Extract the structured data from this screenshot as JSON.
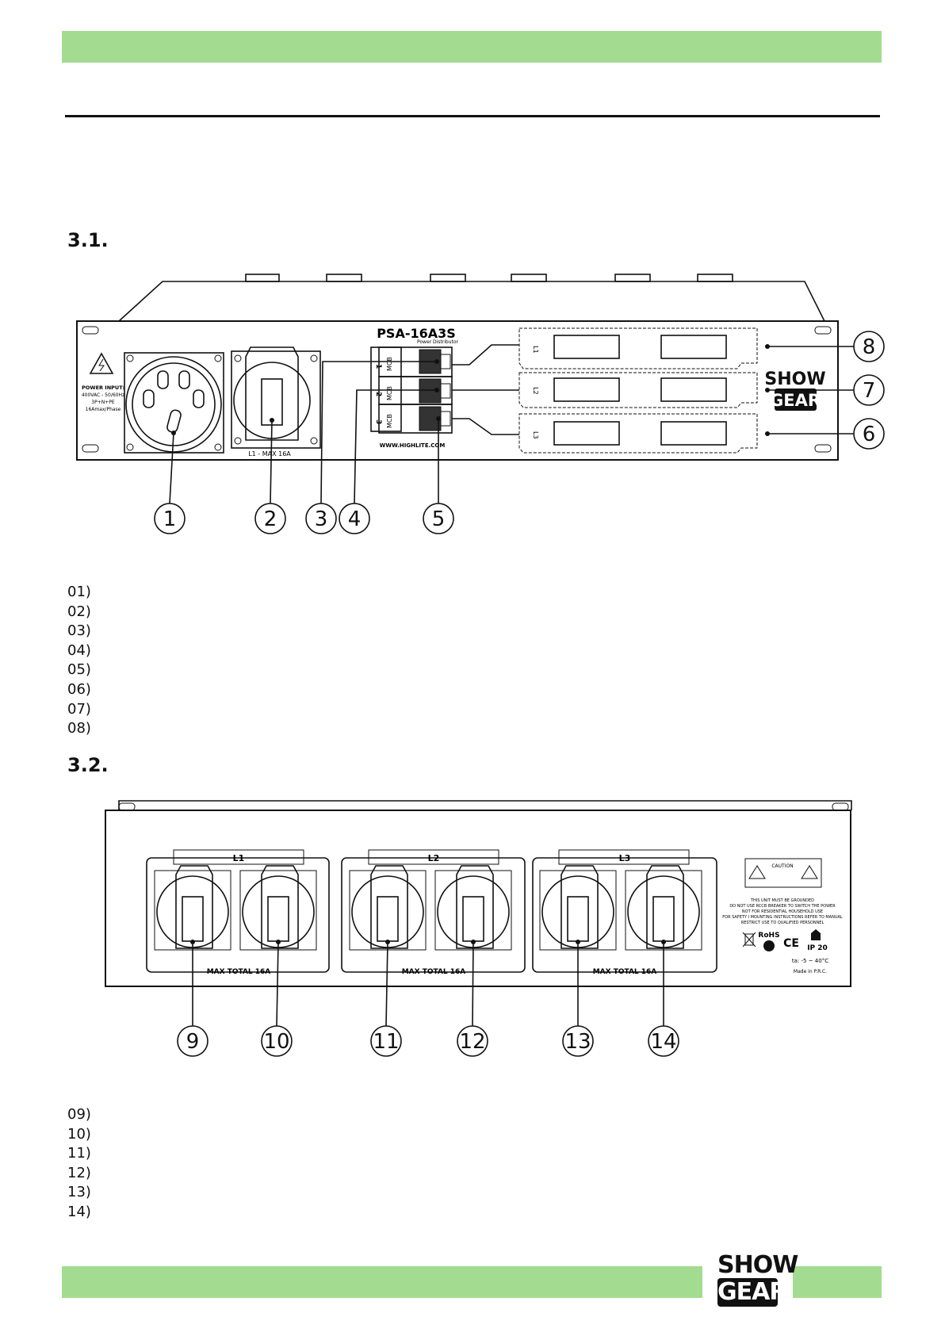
{
  "header": {},
  "section1": {
    "title": "3.1.",
    "panel_logo": {
      "line1": "SHOW",
      "line2": "GEAR"
    },
    "panel_text": {
      "model": "PSA-16A3S",
      "subtitle": "Power Distributor",
      "power_input": [
        "POWER INPUT:",
        "400VAC - 50/60Hz",
        "3P+N+PE",
        "16Amax/Phase"
      ],
      "socket_label": "L1 - MAX 16A",
      "mcb_label": "MCB",
      "mcb_numbers": [
        "1",
        "2",
        "3"
      ],
      "website": "WWW.HIGHLITE.COM",
      "line_labels": [
        "L1",
        "L2",
        "L3"
      ]
    },
    "callouts": [
      "1",
      "2",
      "3",
      "4",
      "5",
      "6",
      "7",
      "8"
    ],
    "items": [
      "01)",
      "02)",
      "03)",
      "04)",
      "05)",
      "06)",
      "07)",
      "08)"
    ]
  },
  "section2": {
    "title": "3.2.",
    "panel_text": {
      "groups": [
        {
          "label": "L1",
          "max_total": "MAX TOTAL 16A"
        },
        {
          "label": "L2",
          "max_total": "MAX TOTAL 16A"
        },
        {
          "label": "L3",
          "max_total": "MAX TOTAL 16A"
        }
      ],
      "caution_title": "CAUTION",
      "warning_lines": [
        "THIS UNIT MUST BE GROUNDED",
        "DO NOT USE RCCB BREAKER TO SWITCH THE POWER",
        "NOT FOR RESIDENTIAL HOUSEHOLD USE",
        "FOR SAFETY I MOUNTING INSTRUCTIONS REFER TO MANUAL",
        "RESTRICT USE TO QUALIFIED PERSONNEL"
      ],
      "rohs": "RoHS",
      "ce": "CE",
      "ip": "IP 20",
      "temp": "ta: -5 ~ 40°C",
      "made_in": "Made in P.R.C."
    },
    "callouts": [
      "9",
      "10",
      "11",
      "12",
      "13",
      "14"
    ],
    "items": [
      "09)",
      "10)",
      "11)",
      "12)",
      "13)",
      "14)"
    ]
  },
  "footer": {
    "logo": {
      "line1": "SHOW",
      "line2": "GEAR"
    }
  },
  "colors": {
    "accent_green": "#a3dc90",
    "ink": "#111111"
  }
}
